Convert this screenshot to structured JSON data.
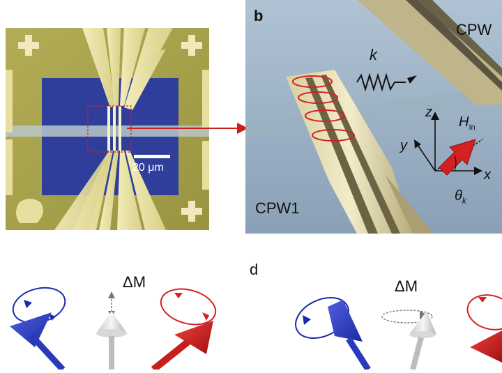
{
  "panel_a": {
    "scale_bar_label": "20 μm"
  },
  "panel_b": {
    "letter": "b",
    "cpw1_label": "CPW1",
    "cpw2_label_partial": "CPW",
    "wave_label": "k",
    "axis_z": "z",
    "axis_y": "y",
    "axis_x": "x",
    "field_label": "H",
    "field_subscript": "In",
    "angle_label": "θ",
    "angle_subscript": "k"
  },
  "panel_c": {
    "delta_m_label": "ΔM"
  },
  "panel_d": {
    "letter": "d",
    "delta_m_label": "ΔM"
  },
  "colors": {
    "substrate_olive": "#a7a34c",
    "gold": "#e8e0a0",
    "blue_region": "#2f3e9a",
    "panel_b_bg": "#9fb3c6",
    "red": "#d42020",
    "blue_arrow": "#2a3fc8",
    "white_cone": "#e6e6e6"
  }
}
